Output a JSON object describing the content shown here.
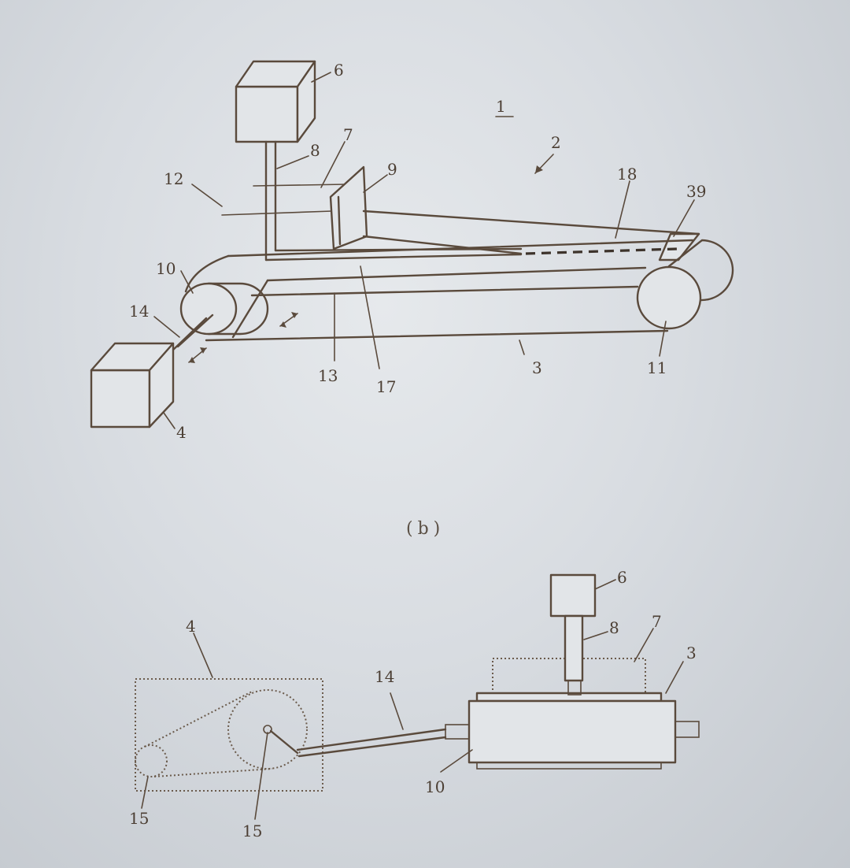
{
  "figure_a": {
    "figure_number": "1",
    "labels": {
      "motor_top": "6",
      "plate": "7",
      "shaft_vertical": "8",
      "blade": "9",
      "roller_left": "10",
      "roller_right": "11",
      "wire": "12",
      "belt_surface": "13",
      "drive_shaft": "14",
      "contact_edge": "17",
      "sheet": "18",
      "end_part": "39",
      "belt": "3",
      "motor_drive": "4",
      "apparatus": "2"
    }
  },
  "figure_b": {
    "caption": "(b)",
    "labels": {
      "motor_box": "4",
      "drive_shaft": "14",
      "small_pulley": "15",
      "large_pulley": "15",
      "motor_top": "6",
      "shaft_vertical": "8",
      "plate": "7",
      "belt": "3",
      "roller": "10"
    }
  },
  "colors": {
    "ink": "#5a4a3c",
    "paper": "#dfe2e6"
  }
}
